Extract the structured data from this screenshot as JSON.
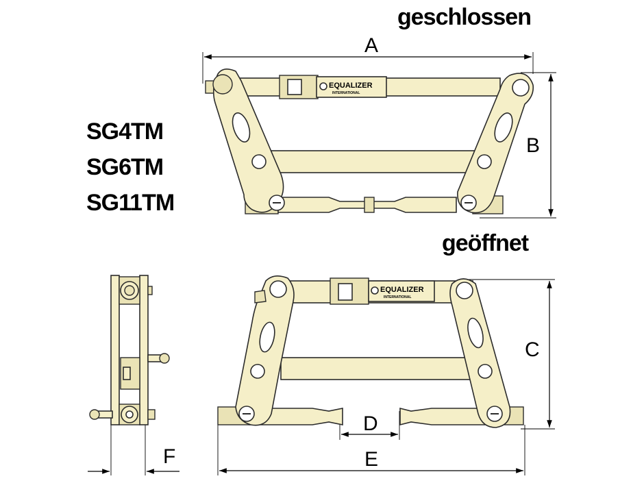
{
  "titles": {
    "closed": "geschlossen",
    "open": "geöffnet"
  },
  "models": [
    "SG4TM",
    "SG6TM",
    "SG11TM"
  ],
  "dimensions": {
    "a": "A",
    "b": "B",
    "c": "C",
    "d": "D",
    "e": "E",
    "f": "F"
  },
  "brand": {
    "name": "EQUALIZER",
    "sub": "INTERNATIONAL"
  },
  "colors": {
    "part_fill": "#f5efc8",
    "outline": "#2b2b2b"
  }
}
